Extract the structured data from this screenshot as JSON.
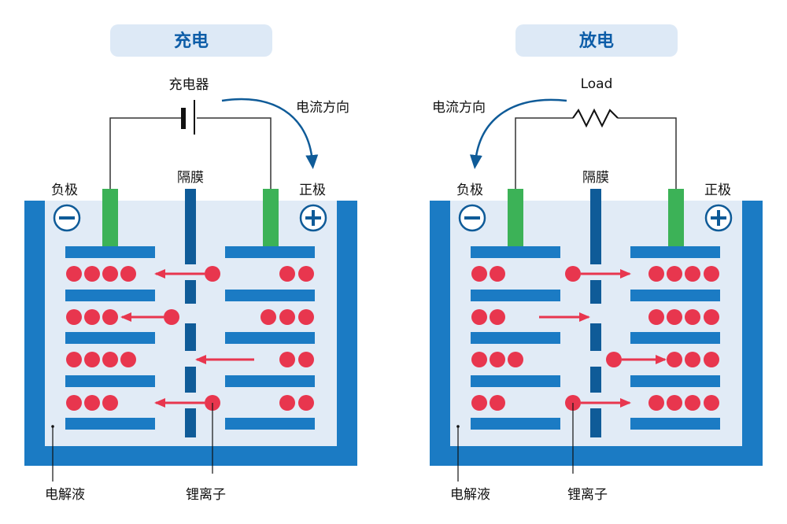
{
  "charging": {
    "title": "充电",
    "source_label": "充电器",
    "current_label": "电流方向",
    "separator_label": "隔膜",
    "negative_label": "负极",
    "positive_label": "正极",
    "electrolyte_label": "电解液",
    "ion_label": "锂离子"
  },
  "discharging": {
    "title": "放电",
    "source_label": "Load",
    "current_label": "电流方向",
    "separator_label": "隔膜",
    "negative_label": "负极",
    "positive_label": "正极",
    "electrolyte_label": "电解液",
    "ion_label": "锂离子"
  },
  "colors": {
    "title_bg": "#dde9f6",
    "title_text": "#0d5da8",
    "container": "#1b7bc4",
    "electrolyte": "#e1ebf6",
    "plate": "#1b7bc4",
    "separator": "#0f5b98",
    "electrode": "#3cb257",
    "ion": "#e8364e",
    "current_arrow": "#0f5b98"
  },
  "icons": [
    "minus-circle-icon",
    "plus-circle-icon",
    "battery-symbol-icon",
    "resistor-symbol-icon"
  ]
}
